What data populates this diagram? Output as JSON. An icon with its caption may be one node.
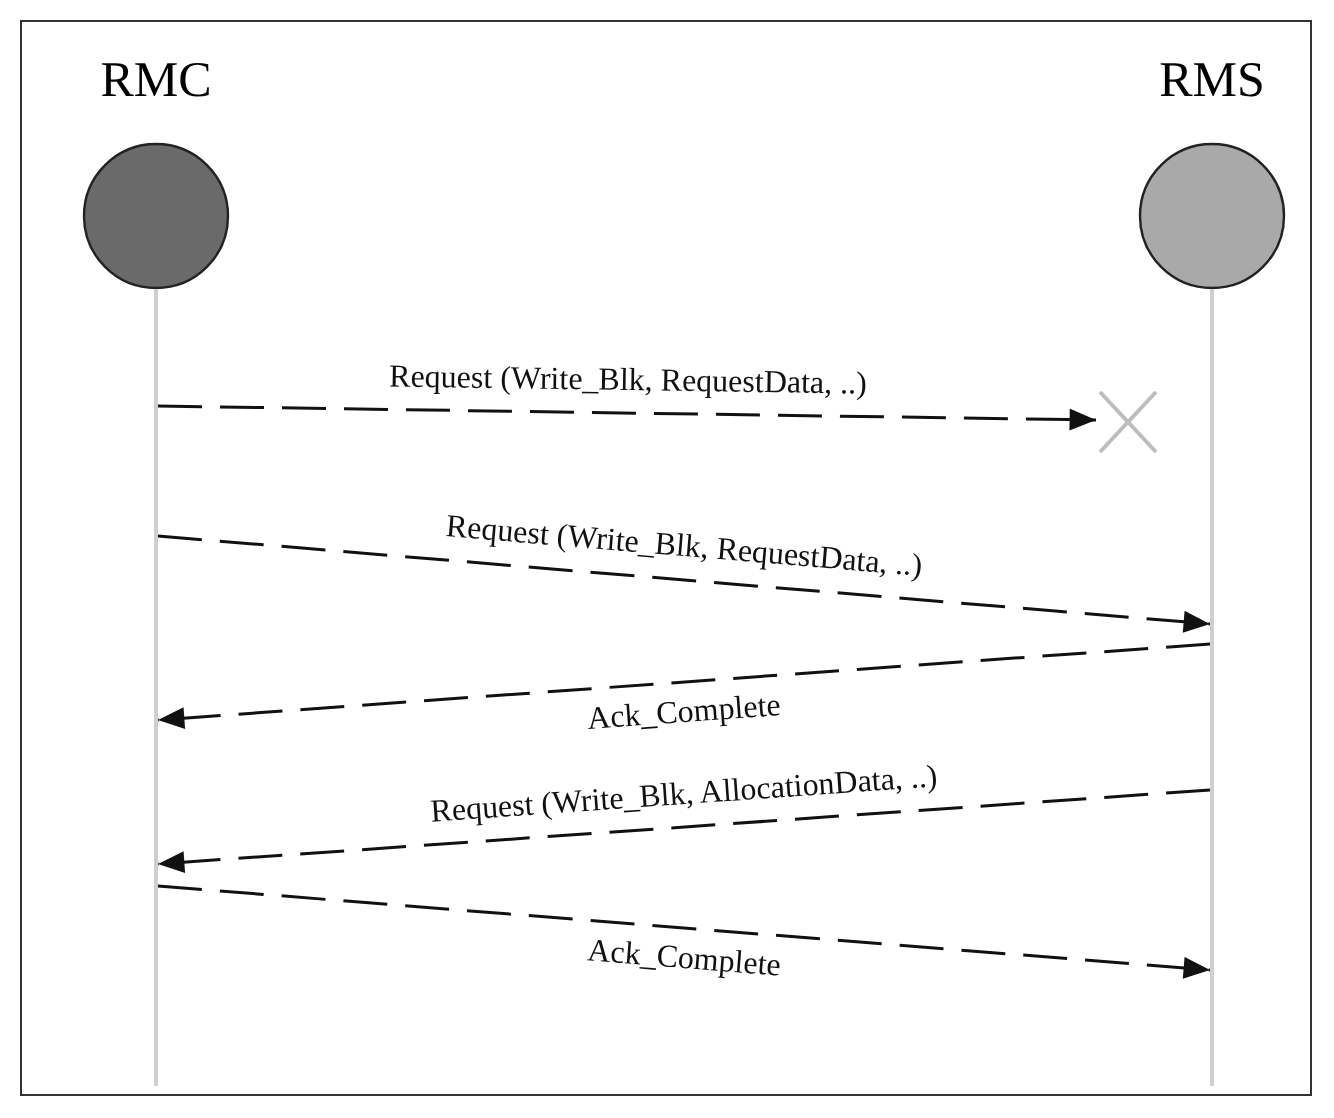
{
  "diagram": {
    "nodes": [
      {
        "text": [
          "RMC"
        ]
      },
      {
        "text": [
          "RMS"
        ]
      },
      {
        "text": [],
        "shape": "line"
      },
      {
        "text": [],
        "shape": "line"
      },
      {
        "text": [],
        "shape": "cross"
      }
    ],
    "edges": [
      {
        "from": 2,
        "to": 4,
        "arrow": "to",
        "style": "dashed",
        "label": "Request (Write_Blk, RequestData, ..)"
      },
      {
        "from": 2,
        "to": 3,
        "arrow": "to",
        "style": "dashed",
        "label": "Request (Write_Blk, RequestData, ..)"
      },
      {
        "from": 3,
        "to": 2,
        "arrow": "to",
        "style": "dashed",
        "label": "Ack_Complete"
      },
      {
        "from": 3,
        "to": 2,
        "arrow": "to",
        "style": "dashed",
        "label": "Request (Write_Blk, AllocationData, ..)"
      },
      {
        "from": 2,
        "to": 3,
        "arrow": "to",
        "style": "dashed",
        "label": "Ack_Complete"
      }
    ]
  }
}
